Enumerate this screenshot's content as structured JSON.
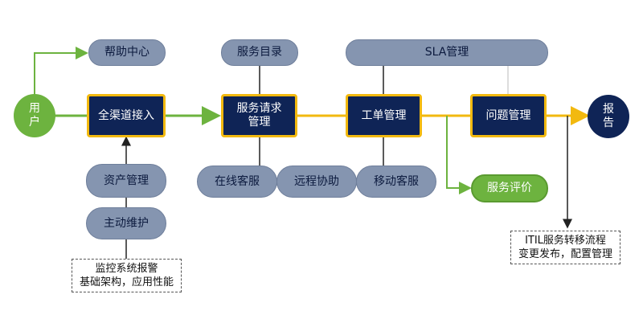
{
  "nodes": {
    "user": "用\n户",
    "help_center": "帮助中心",
    "omni_channel": "全渠道接入",
    "service_catalog": "服务目录",
    "service_request": "服务请求\n管理",
    "sla": "SLA管理",
    "ticket": "工单管理",
    "problem": "问题管理",
    "report": "报\n告",
    "online_service": "在线客服",
    "remote_assist": "远程协助",
    "mobile_service": "移动客服",
    "service_rating": "服务评价",
    "asset_mgmt": "资产管理",
    "active_maint": "主动维护"
  },
  "notes": {
    "monitoring": [
      "监控系统报警",
      "基础架构，应用性能"
    ],
    "itil": [
      "ITIL服务转移流程",
      "变更发布，配置管理"
    ]
  },
  "colors": {
    "navy": "#0f2456",
    "gold": "#f2b90f",
    "green": "#6db33f",
    "grey": "#8595b0"
  }
}
